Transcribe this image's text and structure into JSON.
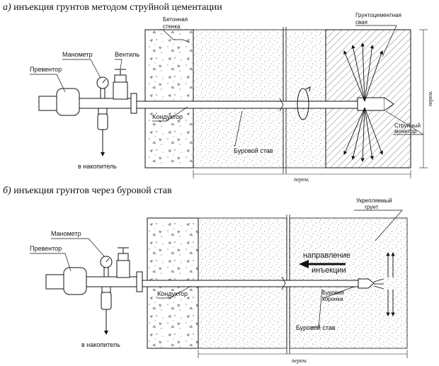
{
  "part_a": {
    "letter": "а)",
    "title": "инъекция грунтов методом струйной цементации",
    "labels": {
      "manometer": "Манометр",
      "valve": "Вентиль",
      "preventer": "Превентор",
      "concrete_wall_1": "Бетонная",
      "concrete_wall_2": "стенка",
      "soil_cement_1": "Грунтоцементная",
      "soil_cement_2": "свая",
      "conductor": "Кондуктор",
      "drill_string": "Буровой став",
      "jet_monitor_1": "Струйный",
      "jet_monitor_2": "монитор",
      "to_storage": "в накопитель",
      "var_horizontal": "перем.",
      "var_vertical": "перем."
    }
  },
  "part_b": {
    "letter": "б)",
    "title": "инъекция грунтов через буровой став",
    "labels": {
      "manometer": "Манометр",
      "preventer": "Превентор",
      "reinforced_soil_1": "Укрепляемый",
      "reinforced_soil_2": "грунт",
      "injection_direction_1": "направление",
      "injection_direction_2": "инъекции",
      "conductor": "Кондуктор",
      "drill_bit_1": "Буровая",
      "drill_bit_2": "коронка",
      "drill_string": "Буровой став",
      "to_storage": "в накопитель",
      "var_horizontal": "перем."
    }
  }
}
